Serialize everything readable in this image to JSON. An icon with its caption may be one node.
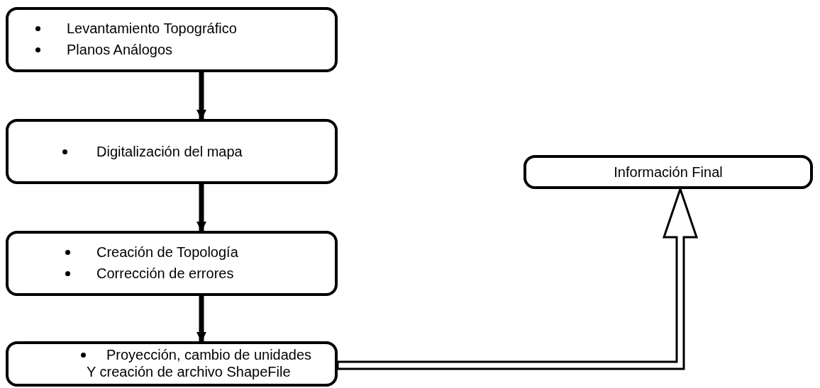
{
  "diagram": {
    "nodes": [
      {
        "text": [
          "Levantamiento Topográfico",
          "Planos Análogos"
        ]
      },
      {
        "text": [
          "Digitalización del mapa"
        ]
      },
      {
        "text": [
          "Creación de Topología",
          "Corrección de errores"
        ]
      },
      {
        "text": [
          "Proyección, cambio de unidades Y creación de archivo ShapeFile"
        ]
      },
      {
        "text": [
          "Información Final"
        ]
      }
    ],
    "edges": [
      {
        "from": 0,
        "to": 1,
        "arrow": "to"
      },
      {
        "from": 1,
        "to": 2,
        "arrow": "to"
      },
      {
        "from": 2,
        "to": 3,
        "arrow": "to"
      },
      {
        "from": 3,
        "to": 4,
        "arrow": "to",
        "style": "thick"
      }
    ]
  }
}
